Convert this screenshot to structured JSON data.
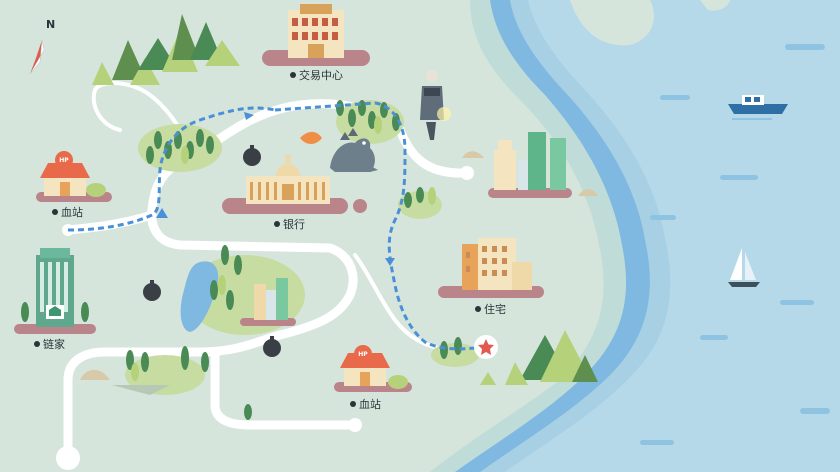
{
  "map": {
    "compass": {
      "label": "N"
    },
    "locations": [
      {
        "id": "exchange",
        "label": "交易中心"
      },
      {
        "id": "blood-station-1",
        "label": "血站"
      },
      {
        "id": "bank",
        "label": "银行"
      },
      {
        "id": "residence",
        "label": "住宅"
      },
      {
        "id": "chain-store",
        "label": "链家"
      },
      {
        "id": "blood-station-2",
        "label": "血站"
      }
    ],
    "badges": {
      "hp": "HP"
    }
  },
  "colors": {
    "land": "#d5e5dc",
    "sea": "#a7d0e4",
    "sea_deep": "#6fa8d8",
    "road": "#ffffff",
    "route": "#4a90d9",
    "accent": "#e05a4f"
  }
}
